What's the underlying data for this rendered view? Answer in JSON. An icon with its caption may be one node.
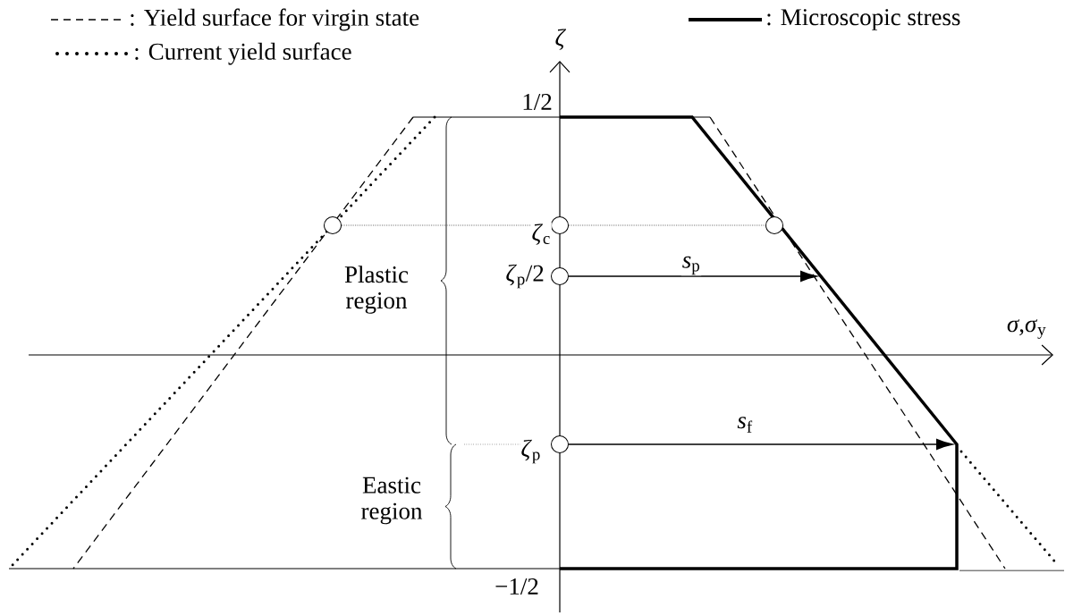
{
  "diagram": {
    "nodes": [
      {
        "text": [],
        "shape": "circle"
      },
      {
        "text": [],
        "shape": "circle"
      },
      {
        "text": [],
        "shape": "circle"
      },
      {
        "text": [],
        "shape": "circle"
      },
      {
        "text": [],
        "shape": "circle"
      }
    ],
    "edges": [
      {
        "from": 0,
        "to": 1,
        "arrow": "none",
        "style": "dashed"
      },
      {
        "from": 1,
        "to": 2,
        "arrow": "none",
        "style": "dashed"
      },
      {
        "from": 3,
        "to": null,
        "arrow": "to",
        "label": "*s*$_{p}$"
      },
      {
        "from": 4,
        "to": null,
        "arrow": "to",
        "label": "*s*$_{f}$"
      }
    ],
    "labels": [
      "ζ",
      "1/2",
      "*ζ*$_{c}$",
      "*ζ*$_{p}$/2",
      "Plastic region",
      "*σ*,*σ*$_{y}$",
      "*ζ*$_{p}$",
      "Eastic region",
      "−1/2"
    ],
    "legend": [
      {
        "text": ": Yield surface for virgin state"
      },
      {
        "text": ": Current yield surface"
      },
      {
        "text": ": Microscopic stress"
      }
    ]
  }
}
